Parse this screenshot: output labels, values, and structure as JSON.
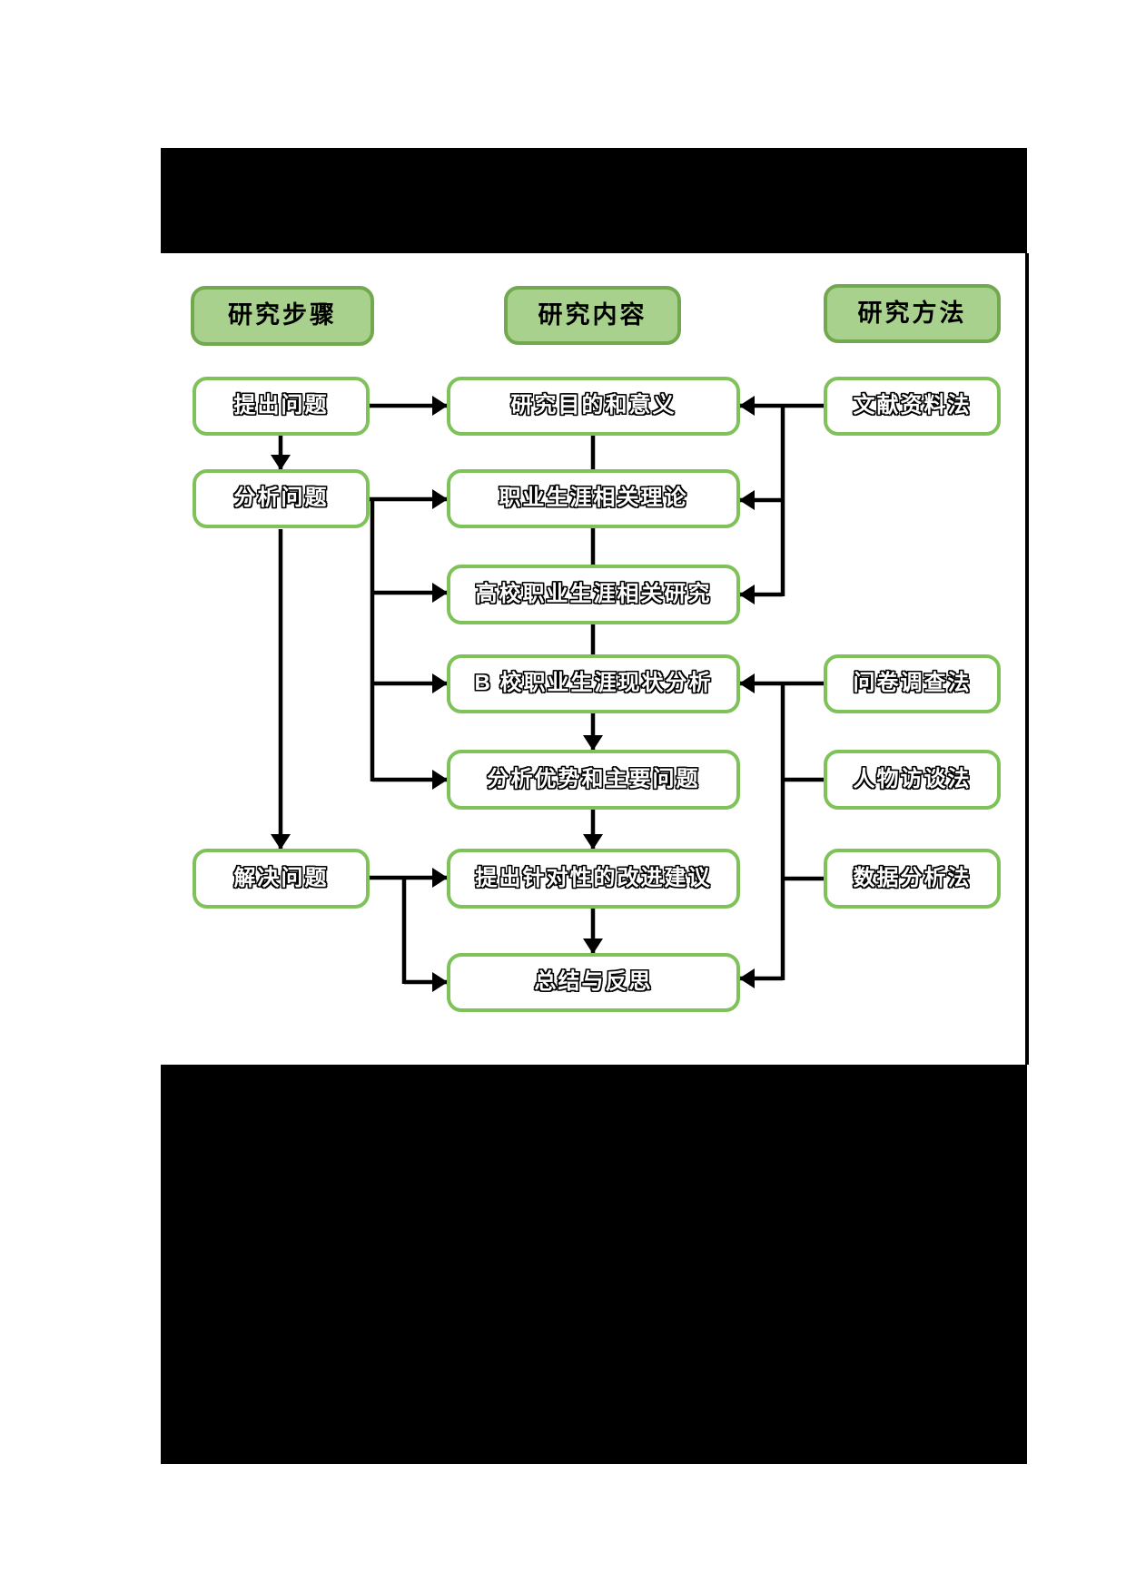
{
  "headers": {
    "steps": "研究步骤",
    "content": "研究内容",
    "methods": "研究方法"
  },
  "steps": {
    "s1": "提出问题",
    "s2": "分析问题",
    "s3": "解决问题"
  },
  "content": {
    "c1": "研究目的和意义",
    "c2": "职业生涯相关理论",
    "c3": "高校职业生涯相关研究",
    "c4": "B 校职业生涯现状分析",
    "c5": "分析优势和主要问题",
    "c6": "提出针对性的改进建议",
    "c7": "总结与反思"
  },
  "methods": {
    "m1": "文献资料法",
    "m2": "问卷调查法",
    "m3": "人物访谈法",
    "m4": "数据分析法"
  },
  "edges": [
    {
      "from": "提出问题",
      "to": "研究目的和意义",
      "arrow": true
    },
    {
      "from": "提出问题",
      "to": "分析问题",
      "arrow": true
    },
    {
      "from": "分析问题",
      "to": "职业生涯相关理论",
      "arrow": true
    },
    {
      "from": "分析问题",
      "to": "高校职业生涯相关研究",
      "arrow": true
    },
    {
      "from": "分析问题",
      "to": "B 校职业生涯现状分析",
      "arrow": true
    },
    {
      "from": "分析问题",
      "to": "分析优势和主要问题",
      "arrow": true
    },
    {
      "from": "分析问题",
      "to": "解决问题",
      "arrow": true
    },
    {
      "from": "解决问题",
      "to": "提出针对性的改进建议",
      "arrow": true
    },
    {
      "from": "解决问题",
      "to": "总结与反思",
      "arrow": true
    },
    {
      "from": "研究目的和意义",
      "to": "职业生涯相关理论",
      "arrow": false
    },
    {
      "from": "职业生涯相关理论",
      "to": "高校职业生涯相关研究",
      "arrow": false
    },
    {
      "from": "高校职业生涯相关研究",
      "to": "B 校职业生涯现状分析",
      "arrow": false
    },
    {
      "from": "B 校职业生涯现状分析",
      "to": "分析优势和主要问题",
      "arrow": true
    },
    {
      "from": "分析优势和主要问题",
      "to": "提出针对性的改进建议",
      "arrow": true
    },
    {
      "from": "提出针对性的改进建议",
      "to": "总结与反思",
      "arrow": true
    },
    {
      "from": "文献资料法",
      "to": "研究目的和意义",
      "arrow": true
    },
    {
      "from": "文献资料法",
      "to": "职业生涯相关理论",
      "arrow": true
    },
    {
      "from": "文献资料法",
      "to": "高校职业生涯相关研究",
      "arrow": true
    },
    {
      "from": "问卷调查法",
      "to": "B 校职业生涯现状分析",
      "arrow": true
    },
    {
      "from": "人物访谈法",
      "to": "总结与反思",
      "arrow": true
    },
    {
      "from": "数据分析法",
      "to": "总结与反思",
      "arrow": true
    }
  ],
  "colors": {
    "page_bg": "#ffffff",
    "redaction": "#000000",
    "line": "#000000",
    "header_fill": "#a9d18e",
    "header_border": "#73a94e",
    "box_border": "#7fc25a",
    "box_fill": "#ffffff",
    "text": "#000000"
  }
}
